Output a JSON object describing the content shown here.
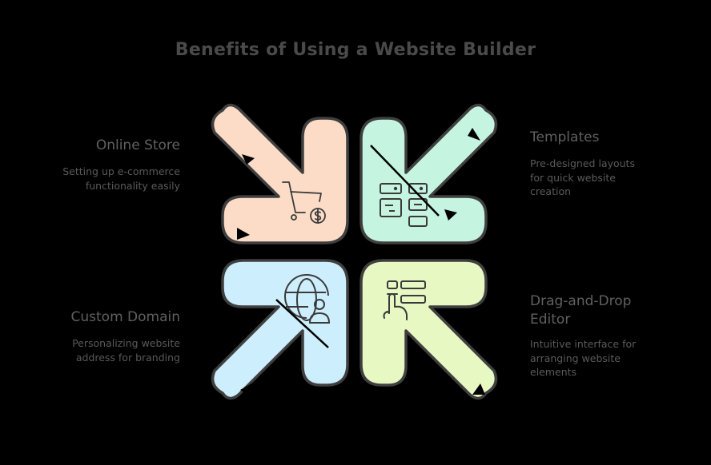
{
  "title": "Benefits of Using a Website Builder",
  "items": [
    {
      "position": "top-left",
      "heading": "Online Store",
      "description_lines": [
        "Setting up e-commerce",
        "functionality easily"
      ],
      "icon": "shopping-cart-dollar-icon",
      "color": "#FCDCC6"
    },
    {
      "position": "top-right",
      "heading": "Templates",
      "description_lines": [
        "Pre-designed layouts",
        "for quick website",
        "creation"
      ],
      "icon": "layout-grid-icon",
      "color": "#C5F4E1"
    },
    {
      "position": "bottom-left",
      "heading": "Custom Domain",
      "description_lines": [
        "Personalizing website",
        "address for branding"
      ],
      "icon": "globe-user-icon",
      "color": "#CDEEFC"
    },
    {
      "position": "bottom-right",
      "heading_lines": [
        "Drag-and-Drop",
        "Editor"
      ],
      "description_lines": [
        "Intuitive interface for",
        "arranging website",
        "elements"
      ],
      "icon": "drag-drop-hand-icon",
      "color": "#E8F8C3"
    }
  ],
  "colors": {
    "background": "#000000",
    "outline": "#3f3f3f",
    "text": "#5a5a5a"
  }
}
